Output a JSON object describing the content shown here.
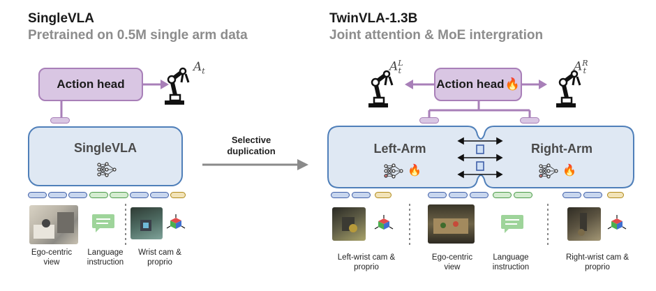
{
  "left": {
    "title": "SingleVLA",
    "subtitle": "Pretrained on 0.5M single arm data",
    "action_head": "Action head",
    "vla_label": "SingleVLA",
    "captions": {
      "ego": "Ego-centric view",
      "language": "Language instruction",
      "wrist": "Wrist cam & proprio"
    }
  },
  "arrow": {
    "label": "Selective duplication"
  },
  "right": {
    "title": "TwinVLA-1.3B",
    "subtitle": "Joint attention & MoE intergration",
    "action_head": "Action head",
    "left_arm": "Left-Arm",
    "right_arm": "Right-Arm",
    "captions": {
      "left_wrist": "Left-wrist cam & proprio",
      "ego": "Ego-centric view",
      "language": "Language instruction",
      "right_wrist": "Right-wrist cam & proprio"
    }
  },
  "math": {
    "at": "A",
    "sub": "t",
    "sup_L": "L",
    "sup_R": "R"
  },
  "icons": [
    "robot-arm-icon",
    "neural-net-icon",
    "fire-icon",
    "chat-bubble-icon",
    "axes-cube-icon"
  ],
  "colors": {
    "action_head_fill": "#d9c6e3",
    "action_head_border": "#a87fb8",
    "vla_fill": "#dfe8f3",
    "vla_border": "#4f7fb9",
    "token_blue": "#3f5fa8",
    "token_green": "#4a9a4a",
    "token_gold": "#b08a1a"
  }
}
